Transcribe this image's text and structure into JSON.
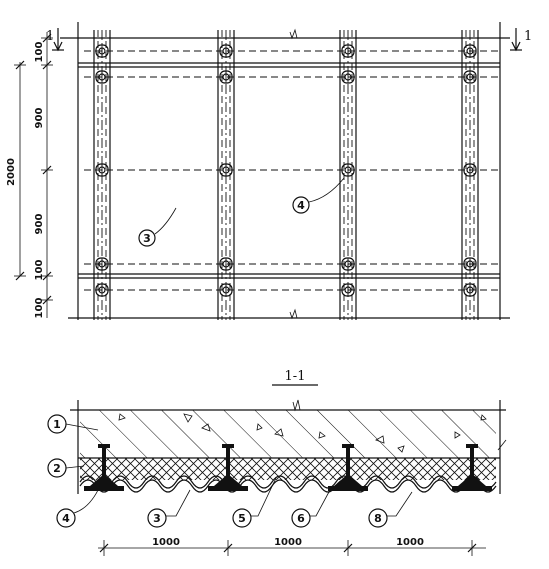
{
  "plan": {
    "section_mark_left": "1",
    "section_mark_right": "1",
    "dims_left": [
      "100",
      "900",
      "900",
      "100",
      "100"
    ],
    "dim_total": "2000",
    "callouts": {
      "c3": "3",
      "c4": "4"
    }
  },
  "section": {
    "title": "1-1",
    "callouts": [
      "1",
      "2",
      "4",
      "3",
      "5",
      "6",
      "8"
    ],
    "dims_bottom": [
      "1000",
      "1000",
      "1000"
    ]
  }
}
